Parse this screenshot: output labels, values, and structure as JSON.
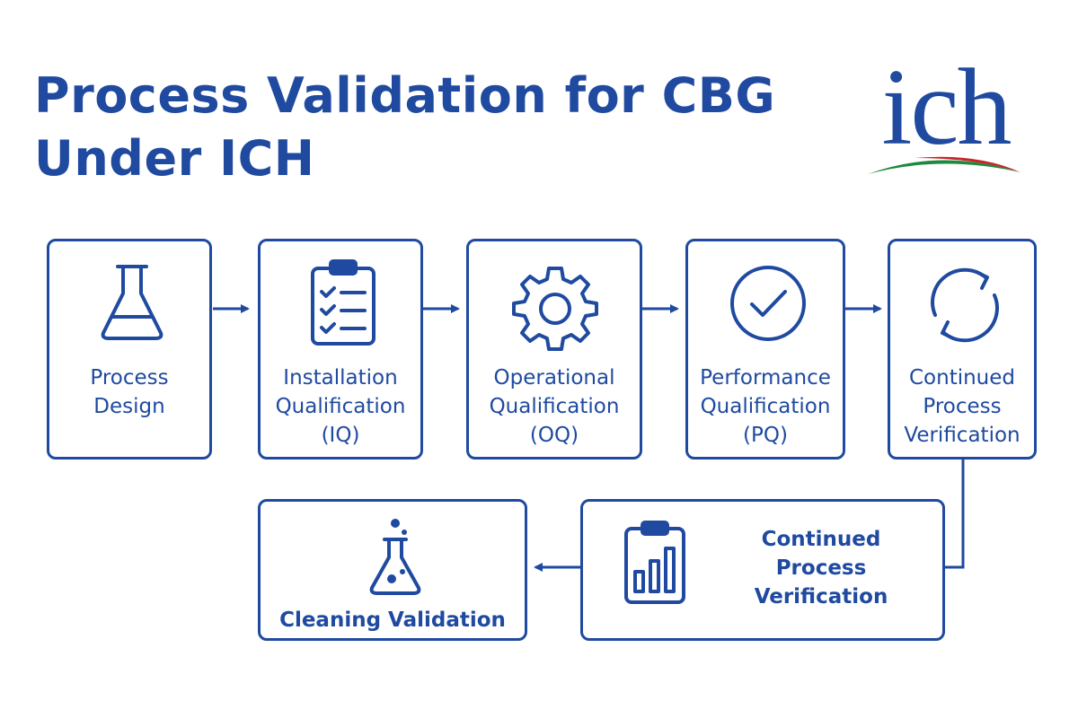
{
  "title": {
    "line1": "Process Validation for CBG",
    "line2": "Under ICH"
  },
  "logo": {
    "text": "ich",
    "colors": [
      "#1f4aa0",
      "#c8232c",
      "#1e8a3c"
    ]
  },
  "steps": [
    {
      "label": "Process\nDesign",
      "icon": "flask-icon"
    },
    {
      "label": "Installation\nQualification\n(IQ)",
      "icon": "clipboard-checklist-icon"
    },
    {
      "label": "Operational\nQualification\n(OQ)",
      "icon": "gear-icon"
    },
    {
      "label": "Performance\nQualification\n(PQ)",
      "icon": "check-circle-icon"
    },
    {
      "label": "Continued\nProcess\nVerification",
      "icon": "refresh-cycle-icon"
    },
    {
      "label": "Continued\nProcess\nVerification",
      "icon": "clipboard-bar-chart-icon"
    },
    {
      "label": "Cleaning Validation",
      "icon": "bubbling-flask-icon"
    }
  ],
  "accent_color": "#1f4aa0"
}
